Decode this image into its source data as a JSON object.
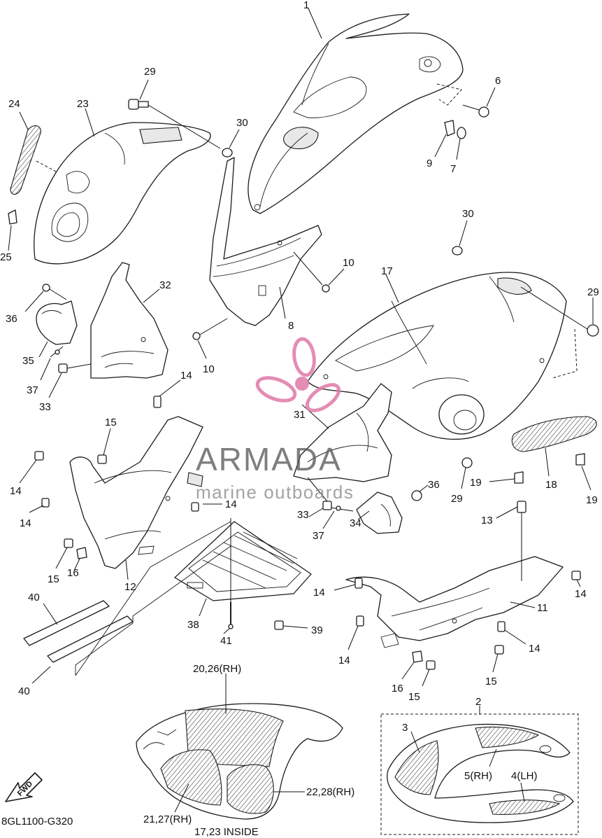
{
  "labels": {
    "l1": "1",
    "l2": "2",
    "l3": "3",
    "l4lh": "4(LH)",
    "l5rh": "5(RH)",
    "l6": "6",
    "l7": "7",
    "l8": "8",
    "l9": "9",
    "l10a": "10",
    "l10b": "10",
    "l11": "11",
    "l12": "12",
    "l13": "13",
    "l14a": "14",
    "l14b": "14",
    "l14c": "14",
    "l14d": "14",
    "l14e": "14",
    "l14f": "14",
    "l14g": "14",
    "l14h": "14",
    "l15a": "15",
    "l15b": "15",
    "l15c": "15",
    "l15d": "15",
    "l16a": "16",
    "l16b": "16",
    "l17": "17",
    "l18": "18",
    "l19a": "19",
    "l19b": "19",
    "l2026": "20,26(RH)",
    "l2127": "21,27(RH)",
    "l2228": "22,28(RH)",
    "l23": "23",
    "l24": "24",
    "l25": "25",
    "l29a": "29",
    "l29b": "29",
    "l29c": "29",
    "l30a": "30",
    "l30b": "30",
    "l31": "31",
    "l32": "32",
    "l33a": "33",
    "l33b": "33",
    "l34": "34",
    "l35": "35",
    "l36a": "36",
    "l36b": "36",
    "l37a": "37",
    "l37b": "37",
    "l38": "38",
    "l39": "39",
    "l40a": "40",
    "l40b": "40",
    "l41": "41"
  },
  "inside_note": "17,23 INSIDE",
  "diagram_code": "8GL1100-G320",
  "fwd_arrow": "FWD",
  "watermark": {
    "brand": "ARMADA",
    "tagline": "marine outboards",
    "logo_color": "#e07aa8"
  }
}
